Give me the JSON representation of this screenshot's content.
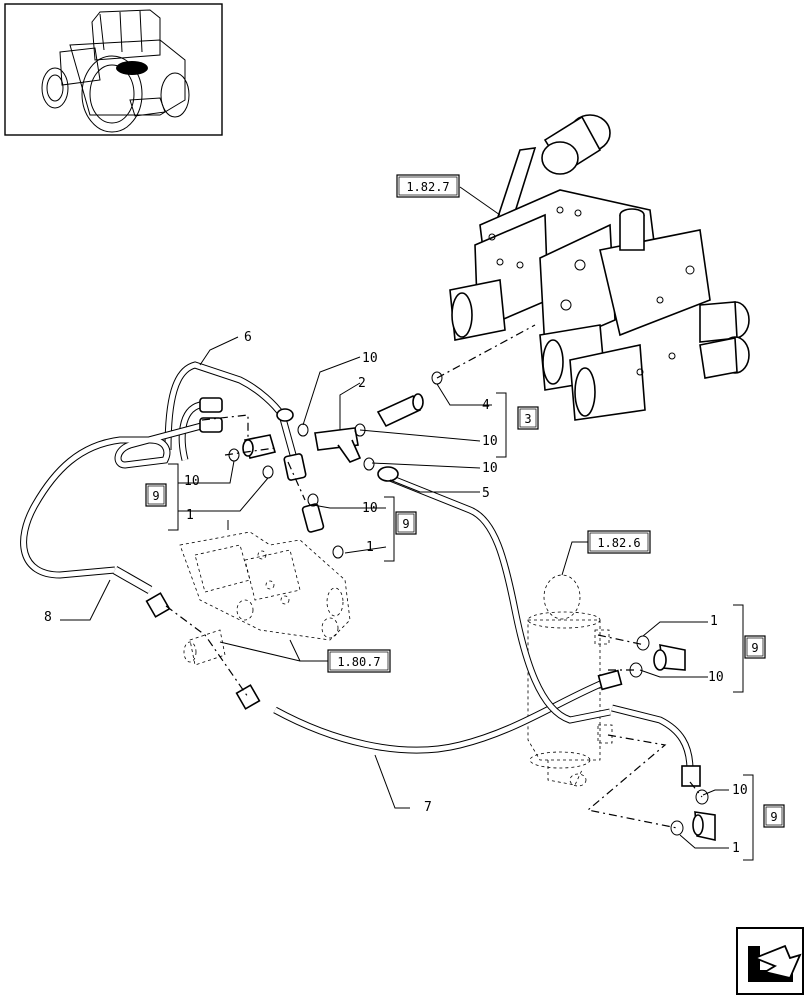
{
  "callouts": {
    "ref_1_82_7": "1.82.7",
    "ref_1_82_6": "1.82.6",
    "ref_1_80_7": "1.80.7",
    "item_6": "6",
    "item_10_top": "10",
    "item_2": "2",
    "item_4": "4",
    "item_3": "3",
    "item_10_mid": "10",
    "item_10_right": "10",
    "item_5": "5",
    "item_10_left": "10",
    "item_9_left": "9",
    "item_1_left": "1",
    "item_10_center": "10",
    "item_9_center": "9",
    "item_1_center": "1",
    "item_8": "8",
    "item_7": "7",
    "item_1_cyl": "1",
    "item_9_cyl": "9",
    "item_10_cyl": "10",
    "item_10_bottom": "10",
    "item_9_bottom": "9",
    "item_1_bottom": "1"
  },
  "icons": {
    "thumbnail": "tractor-thumbnail-icon",
    "nav": "next-page-arrow-icon"
  }
}
